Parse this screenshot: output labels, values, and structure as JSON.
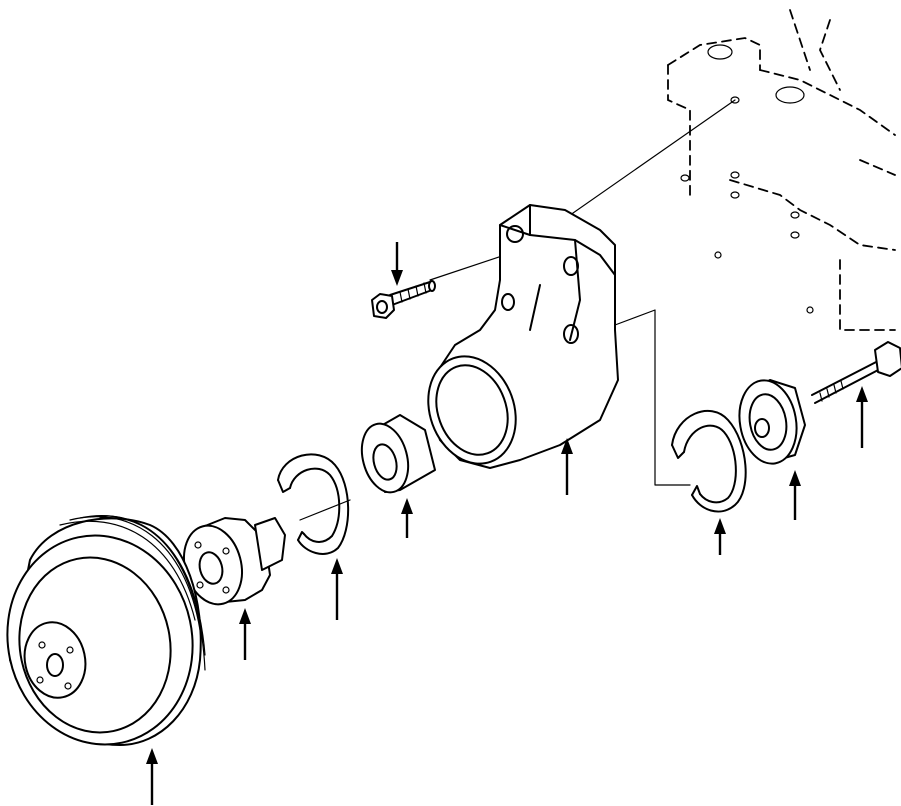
{
  "diagram": {
    "kind": "exploded-parts-view",
    "line_color": "#000000",
    "background": "#ffffff",
    "parts": [
      {
        "name": "pulley"
      },
      {
        "name": "hub"
      },
      {
        "name": "retaining-ring-front"
      },
      {
        "name": "spacer-bushing"
      },
      {
        "name": "mounting-bracket"
      },
      {
        "name": "bracket-capscrew"
      },
      {
        "name": "retaining-ring-rear"
      },
      {
        "name": "idler-pulley"
      },
      {
        "name": "idler-capscrew"
      },
      {
        "name": "engine-block"
      }
    ]
  }
}
